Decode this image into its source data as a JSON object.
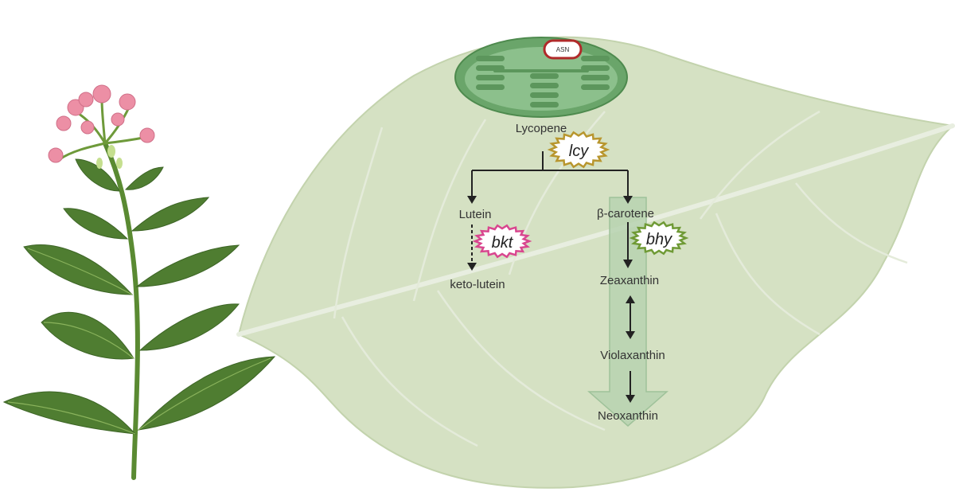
{
  "organelle": {
    "badge": "ASN"
  },
  "metabolites": {
    "lycopene": "Lycopene",
    "lutein": "Lutein",
    "keto_lutein": "keto-lutein",
    "beta_carotene": "β-carotene",
    "zeaxanthin": "Zeaxanthin",
    "violaxanthin": "Violaxanthin",
    "neoxanthin": "Neoxanthin"
  },
  "enzymes": {
    "lcy": {
      "label": "lcy",
      "color": "#b8962e"
    },
    "bkt": {
      "label": "bkt",
      "color": "#d9468f"
    },
    "bhy": {
      "label": "bhy",
      "color": "#6f9a35"
    }
  },
  "colors": {
    "leaf_fill": "#d5e1c3",
    "chloroplast": "#6aa56a",
    "plant_leaf": "#4f7d31",
    "flower": "#ec8fa5",
    "pathway_arrow": "#b7d2b0"
  }
}
